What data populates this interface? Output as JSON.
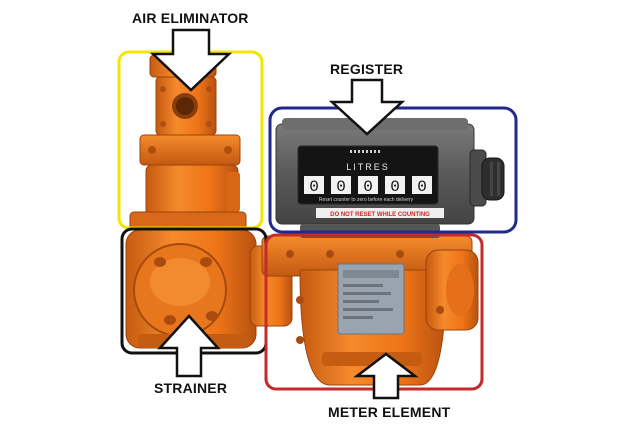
{
  "labels": {
    "air_eliminator": "AIR ELIMINATOR",
    "register": "REGISTER",
    "strainer": "STRAINER",
    "meter_element": "METER ELEMENT"
  },
  "register_panel": {
    "unit": "LITRES",
    "digits": [
      "0",
      "0",
      "0",
      "0",
      "0"
    ],
    "reset_hint": "Reset counter to zero before each delivery",
    "warning": "DO NOT RESET WHILE COUNTING"
  },
  "colors": {
    "air_eliminator_box": "#f2e600",
    "register_box": "#1f2a8a",
    "strainer_box": "#111111",
    "meter_element_box": "#c42a2a",
    "body_orange": "#f07a1e",
    "register_housing": "#5e5e5e",
    "warning_label": "#d9231f"
  }
}
